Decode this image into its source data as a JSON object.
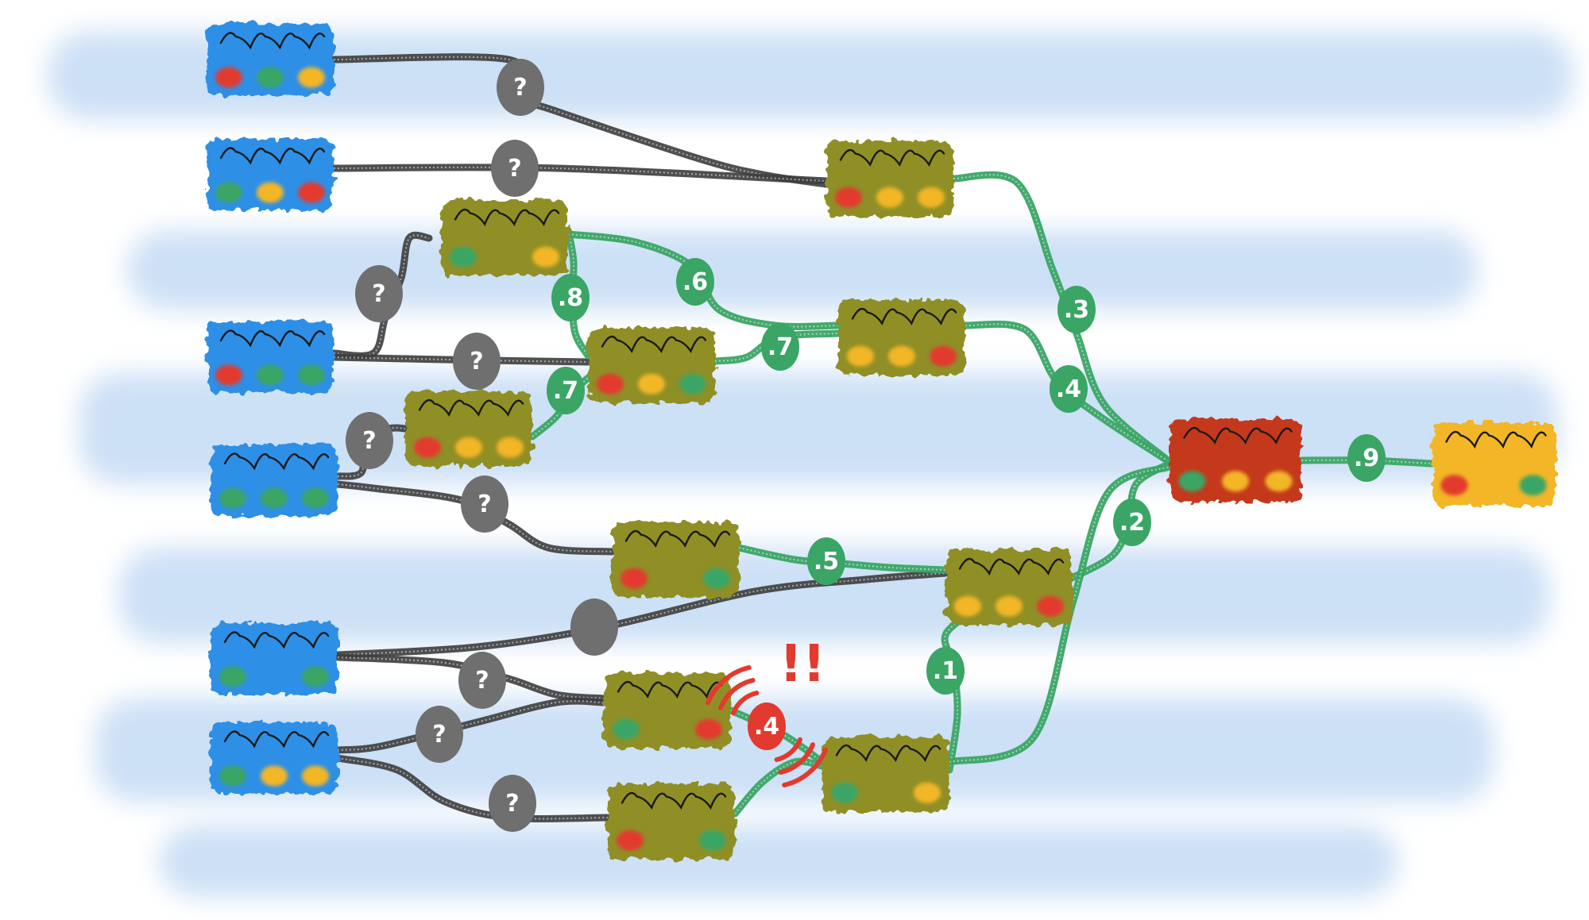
{
  "palette": {
    "source": "#2f8fe6",
    "intermediate": "#8f8f25",
    "merge": "#c4381f",
    "final": "#f2b627",
    "known_edge": "#3aa565",
    "unknown_edge": "#3d3d3d",
    "unknown_badge": "#6f6f6f",
    "alert": "#e23a2e",
    "background_band": "#bcd6f3"
  },
  "nodes": [
    {
      "id": "s1",
      "kind": "source",
      "dots": [
        "#e23a2e",
        "#3aa565",
        "#f2b627"
      ]
    },
    {
      "id": "s2",
      "kind": "source",
      "dots": [
        "#3aa565",
        "#f2b627",
        "#e23a2e"
      ]
    },
    {
      "id": "s3",
      "kind": "source",
      "dots": [
        "#e23a2e",
        "#3aa565",
        "#3aa565"
      ]
    },
    {
      "id": "s4",
      "kind": "source",
      "dots": [
        "#3aa565",
        "#3aa565",
        "#3aa565"
      ]
    },
    {
      "id": "s5",
      "kind": "source",
      "dots": [
        "#3aa565",
        "#3aa565"
      ]
    },
    {
      "id": "s6",
      "kind": "source",
      "dots": [
        "#3aa565",
        "#f2b627",
        "#f2b627"
      ]
    },
    {
      "id": "m1",
      "kind": "intermediate",
      "dots": [
        "#e23a2e",
        "#f2b627",
        "#f2b627"
      ]
    },
    {
      "id": "m2",
      "kind": "intermediate",
      "dots": [
        "#3aa565",
        "#f2b627"
      ]
    },
    {
      "id": "m3",
      "kind": "intermediate",
      "dots": [
        "#e23a2e",
        "#f2b627",
        "#3aa565"
      ]
    },
    {
      "id": "m4",
      "kind": "intermediate",
      "dots": [
        "#f2b627",
        "#f2b627",
        "#e23a2e"
      ]
    },
    {
      "id": "m5",
      "kind": "intermediate",
      "dots": [
        "#e23a2e",
        "#f2b627",
        "#f2b627"
      ]
    },
    {
      "id": "m6",
      "kind": "intermediate",
      "dots": [
        "#e23a2e",
        "#3aa565"
      ]
    },
    {
      "id": "m7",
      "kind": "intermediate",
      "dots": [
        "#f2b627",
        "#f2b627",
        "#e23a2e"
      ]
    },
    {
      "id": "m8",
      "kind": "intermediate",
      "dots": [
        "#3aa565",
        "#e23a2e"
      ]
    },
    {
      "id": "m9",
      "kind": "intermediate",
      "dots": [
        "#e23a2e",
        "#3aa565"
      ]
    },
    {
      "id": "m10",
      "kind": "intermediate",
      "dots": [
        "#3aa565",
        "#f2b627"
      ]
    },
    {
      "id": "r1",
      "kind": "merge",
      "dots": [
        "#3aa565",
        "#f2b627",
        "#f2b627"
      ]
    },
    {
      "id": "f1",
      "kind": "final",
      "dots": [
        "#e23a2e",
        "#3aa565"
      ]
    }
  ],
  "edges": [
    {
      "from": "s1",
      "to": "m1",
      "status": "unknown",
      "label": "?"
    },
    {
      "from": "s2",
      "to": "m1",
      "status": "unknown",
      "label": "?"
    },
    {
      "from": "s3",
      "to": "m2",
      "status": "unknown",
      "label": "?"
    },
    {
      "from": "s3",
      "to": "m3",
      "status": "unknown",
      "label": "?"
    },
    {
      "from": "s4",
      "to": "m5",
      "status": "unknown",
      "label": "?"
    },
    {
      "from": "s4",
      "to": "m6",
      "status": "unknown",
      "label": "?"
    },
    {
      "from": "s5",
      "to": "m7",
      "status": "unknown",
      "label": ""
    },
    {
      "from": "s5",
      "to": "m8",
      "status": "unknown",
      "label": "?"
    },
    {
      "from": "s6",
      "to": "m8",
      "status": "unknown",
      "label": "?"
    },
    {
      "from": "s6",
      "to": "m9",
      "status": "unknown",
      "label": "?"
    },
    {
      "from": "m2",
      "to": "m3",
      "status": "known",
      "label": ".8"
    },
    {
      "from": "m2",
      "to": "m4",
      "status": "known",
      "label": ".6"
    },
    {
      "from": "m3",
      "to": "m4",
      "status": "known",
      "label": ".7"
    },
    {
      "from": "m5",
      "to": "m3",
      "status": "known",
      "label": ".7"
    },
    {
      "from": "m6",
      "to": "m7",
      "status": "known",
      "label": ".5"
    },
    {
      "from": "m1",
      "to": "r1",
      "status": "known",
      "label": ".3"
    },
    {
      "from": "m4",
      "to": "r1",
      "status": "known",
      "label": ".4"
    },
    {
      "from": "m7",
      "to": "r1",
      "status": "known",
      "label": ".2"
    },
    {
      "from": "m10",
      "to": "m7",
      "status": "known",
      "label": ".1"
    },
    {
      "from": "m10",
      "to": "r1",
      "status": "known",
      "label": ""
    },
    {
      "from": "m9",
      "to": "m10",
      "status": "known",
      "label": ""
    },
    {
      "from": "m8",
      "to": "m10",
      "status": "alert",
      "label": ".4"
    },
    {
      "from": "r1",
      "to": "f1",
      "status": "known",
      "label": ".9"
    }
  ],
  "alert": {
    "text": "!!",
    "near_edge": "m8-m10"
  }
}
